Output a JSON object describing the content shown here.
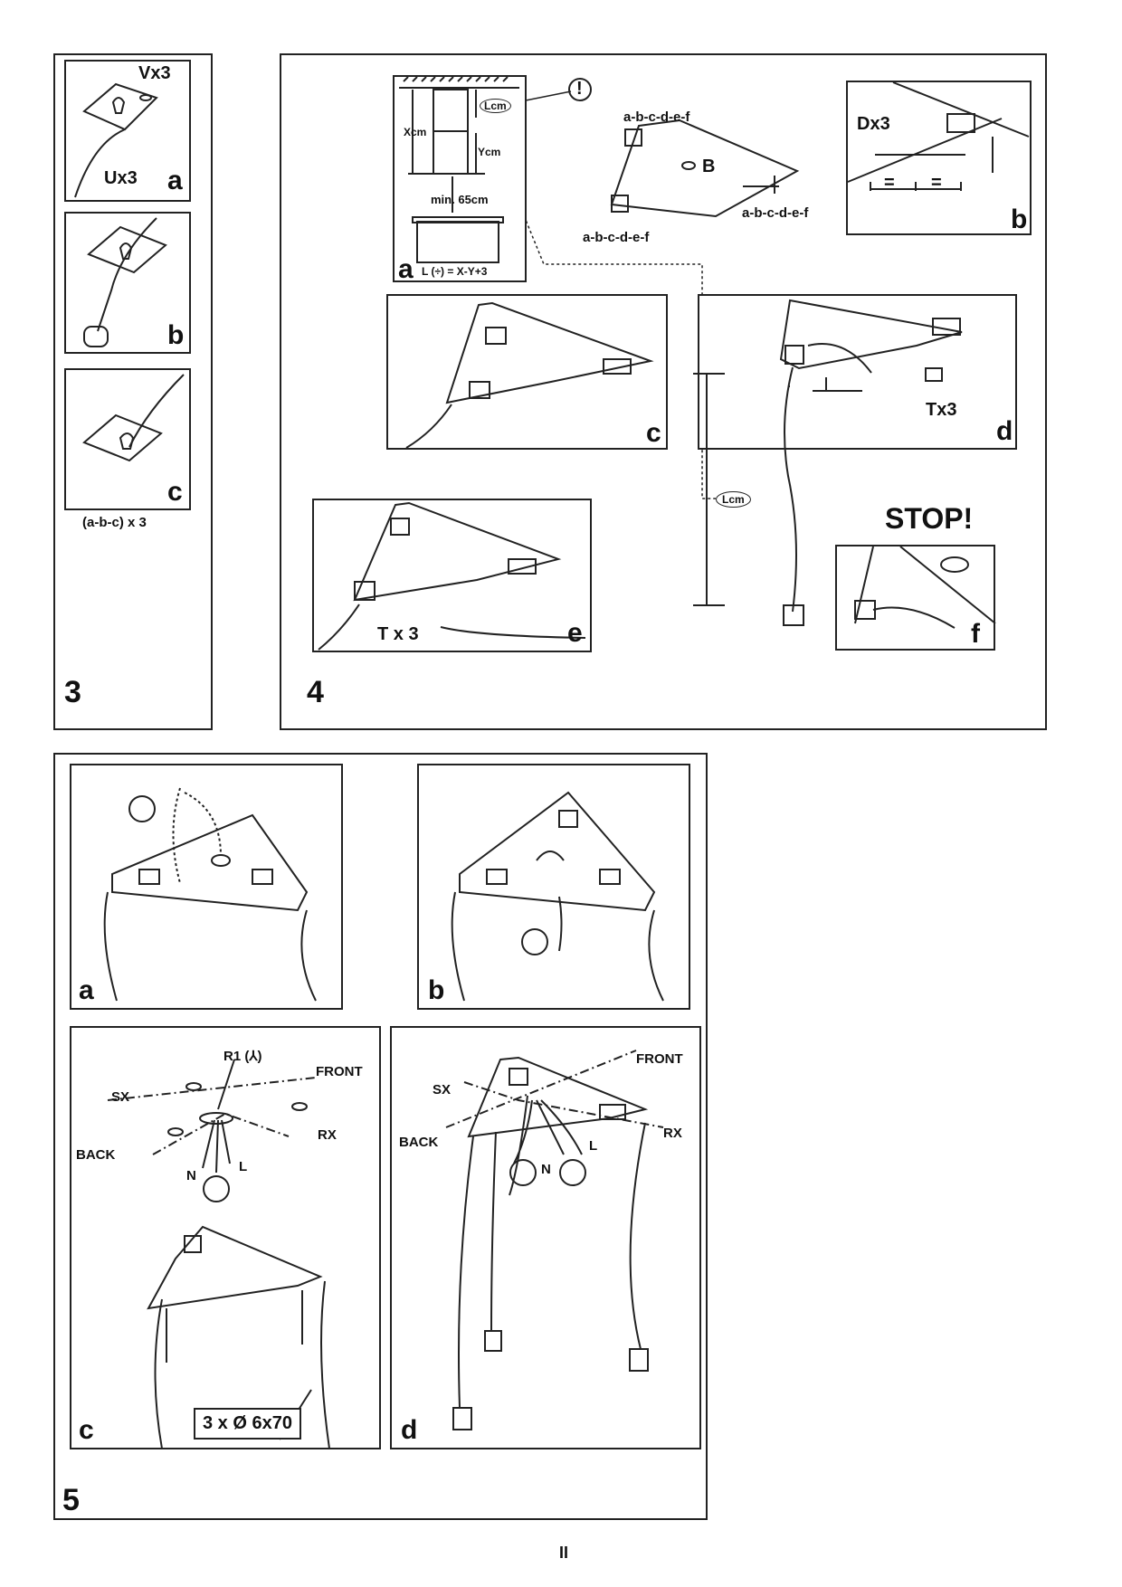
{
  "section3": {
    "number": "3",
    "panel_a": {
      "letter": "a",
      "label_v": "Vx3",
      "label_u": "Ux3"
    },
    "panel_b": {
      "letter": "b"
    },
    "panel_c": {
      "letter": "c"
    },
    "repeat_note": "(a-b-c) x 3"
  },
  "section4": {
    "number": "4",
    "panel_a": {
      "letter": "a",
      "x_label": "Xcm",
      "y_label": "Ycm",
      "l_label": "Lcm",
      "min_distance": "min. 65cm",
      "formula": "L (÷) = X-Y+3",
      "warning": "!"
    },
    "bracket": {
      "label": "B",
      "seq_top": "a-b-c-d-e-f",
      "seq_right": "a-b-c-d-e-f",
      "seq_left": "a-b-c-d-e-f"
    },
    "panel_b": {
      "letter": "b",
      "label": "Dx3",
      "eq1": "=",
      "eq2": "="
    },
    "panel_c": {
      "letter": "c"
    },
    "panel_d": {
      "letter": "d",
      "label": "Tx3"
    },
    "cable_length": "Lcm",
    "panel_e": {
      "letter": "e",
      "label": "T x 3"
    },
    "stop": "STOP!",
    "panel_f": {
      "letter": "f"
    }
  },
  "section5": {
    "number": "5",
    "panel_a": {
      "letter": "a"
    },
    "panel_b": {
      "letter": "b"
    },
    "panel_c": {
      "letter": "c",
      "r1": "R1 (⅄)",
      "front": "FRONT",
      "sx": "SX",
      "back": "BACK",
      "rx": "RX",
      "n": "N",
      "l": "L",
      "screws": "3 x Ø 6x70"
    },
    "panel_d": {
      "letter": "d",
      "front": "FRONT",
      "sx": "SX",
      "back": "BACK",
      "rx": "RX",
      "n": "N",
      "l": "L"
    }
  },
  "page_number": "II"
}
